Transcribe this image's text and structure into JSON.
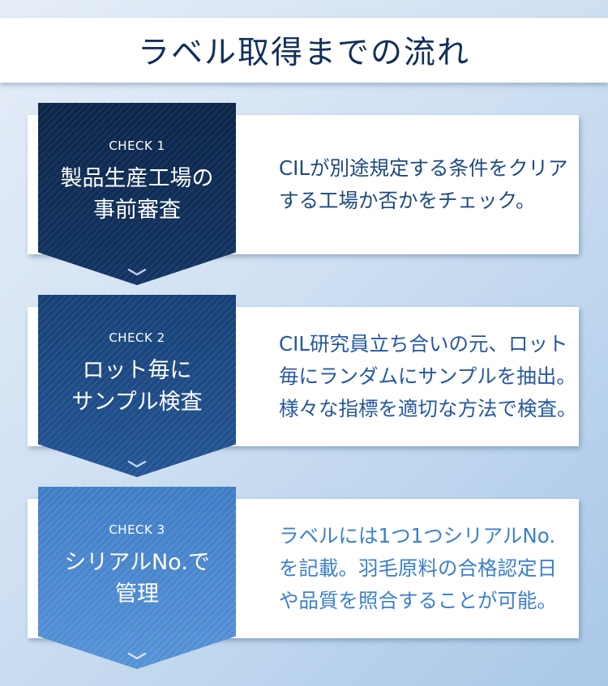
{
  "header": {
    "title": "ラベル取得までの流れ"
  },
  "steps": [
    {
      "check": "CHECK 1",
      "title_lines": [
        "製品生産工場の",
        "事前審査"
      ],
      "desc_lines": [
        "CILが別途規定する条件をクリア",
        "する工場か否かをチェック。"
      ],
      "icon": "chevron-down-icon"
    },
    {
      "check": "CHECK 2",
      "title_lines": [
        "ロット毎に",
        "サンプル検査"
      ],
      "desc_lines": [
        "CIL研究員立ち合いの元、ロット",
        "毎にランダムにサンプルを抽出。",
        "様々な指標を適切な方法で検査。"
      ],
      "icon": "chevron-down-icon"
    },
    {
      "check": "CHECK 3",
      "title_lines": [
        "シリアルNo.で",
        "管理"
      ],
      "desc_lines": [
        "ラベルには1つ1つシリアルNo.",
        "を記載。羽毛原料の合格認定日",
        "や品質を照合することが可能。"
      ],
      "icon": "chevron-down-icon"
    }
  ],
  "colors": {
    "step1_badge": "#0f2d55",
    "step2_badge": "#1c4a84",
    "step3_badge": "#4a86ce",
    "step1_text": "#1c4a80",
    "step2_text": "#2558a0",
    "step3_text": "#3b7fce",
    "title_text": "#10305a"
  }
}
